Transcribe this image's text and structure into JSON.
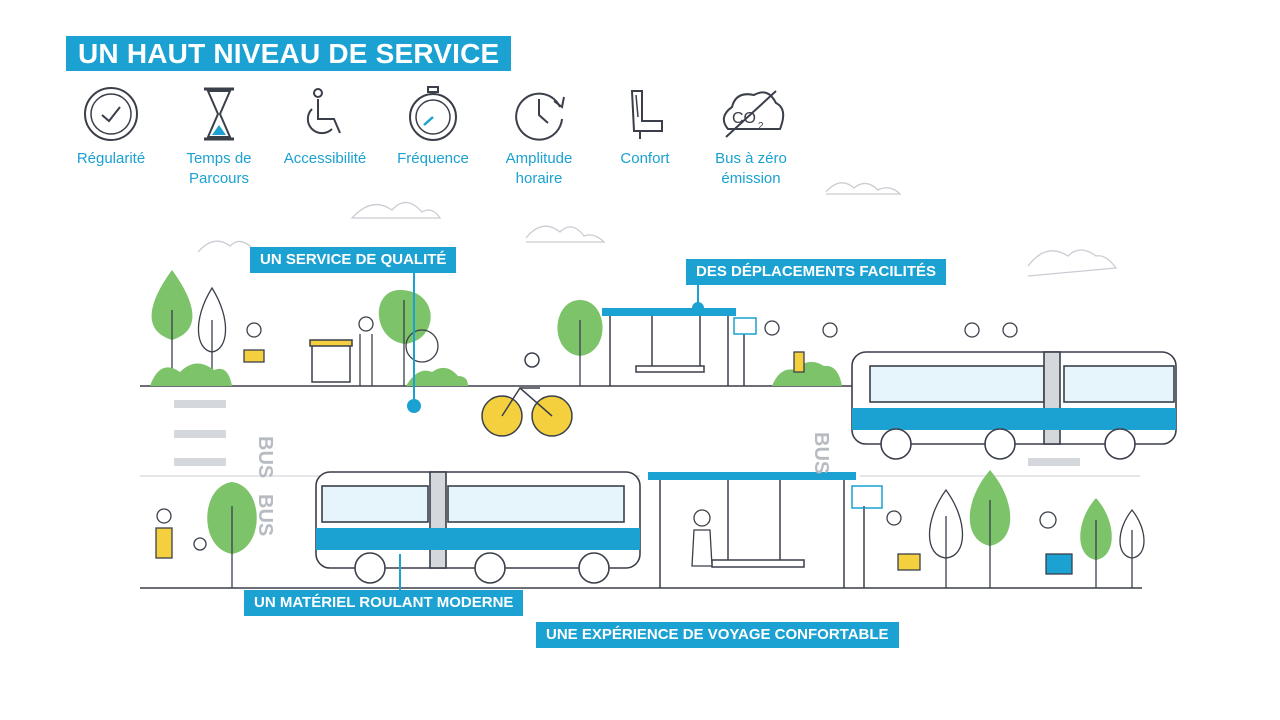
{
  "title": "UN HAUT NIVEAU DE SERVICE",
  "services": [
    {
      "icon": "clock-icon",
      "label": "Régularité"
    },
    {
      "icon": "hourglass-icon",
      "label": "Temps de Parcours"
    },
    {
      "icon": "wheelchair-icon",
      "label": "Accessibilité"
    },
    {
      "icon": "stopwatch-icon",
      "label": "Fréquence"
    },
    {
      "icon": "clock-arrow-icon",
      "label": "Amplitude horaire"
    },
    {
      "icon": "seat-icon",
      "label": "Confort"
    },
    {
      "icon": "co2-crossed-icon",
      "label": "Bus à zéro émission"
    }
  ],
  "callouts": {
    "service_qualite": "UN SERVICE DE QUALITÉ",
    "deplacements": "DES DÉPLACEMENTS FACILITÉS",
    "materiel": "UN MATÉRIEL ROULANT MODERNE",
    "experience": "UNE EXPÉRIENCE DE VOYAGE CONFORTABLE"
  },
  "road_marking": "BUS",
  "colors": {
    "accent": "#1ba1d2",
    "tree": "#7cc36a",
    "bike": "#f4d03f",
    "line": "#3a3f4a"
  }
}
